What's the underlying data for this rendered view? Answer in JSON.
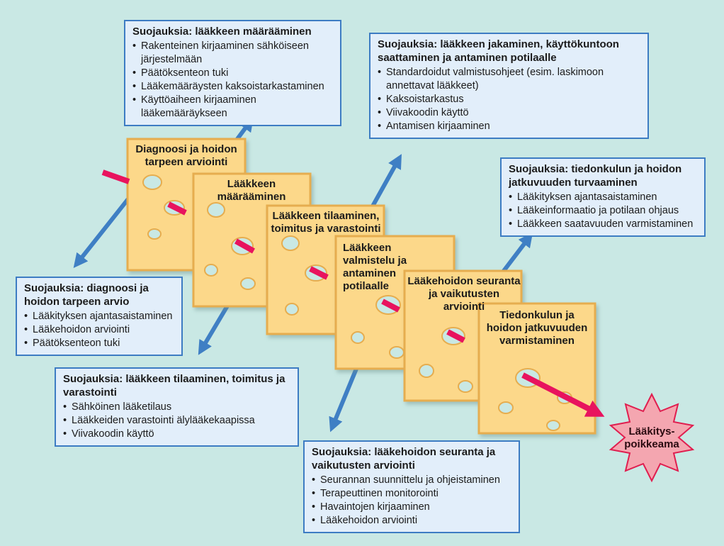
{
  "slices": [
    "Diagnoosi ja hoidon tarpeen arviointi",
    "Lääkkeen määrääminen",
    "Lääkkeen tilaaminen, toimitus ja varastointi",
    "Lääkkeen valmistelu ja antaminen potilaalle",
    "Lääkehoidon seuranta ja vaikutusten arviointi",
    "Tiedonkulun ja hoidon jatkuvuuden varmistaminen"
  ],
  "boxes": {
    "maaraaminen": {
      "title": "Suojauksia: lääkkeen määrääminen",
      "items": [
        "Rakenteinen kirjaaminen sähköiseen järjestelmään",
        "Päätöksenteon tuki",
        "Lääkemääräysten kaksoistarkastaminen",
        "Käyttöaiheen kirjaaminen lääkemääräykseen"
      ]
    },
    "jakaminen": {
      "title": "Suojauksia: lääkkeen jakaminen, käyttökuntoon saattaminen ja antaminen potilaalle",
      "items": [
        "Standardoidut valmistusohjeet (esim. laskimoon annettavat lääkkeet)",
        "Kaksoistarkastus",
        "Viivakoodin käyttö",
        "Antamisen kirjaaminen"
      ]
    },
    "tiedonkulku": {
      "title": "Suojauksia: tiedonkulun ja hoidon jatkuvuuden turvaaminen",
      "items": [
        "Lääkityksen ajantasaistaminen",
        "Lääkeinformaatio ja potilaan ohjaus",
        "Lääkkeen saatavuuden varmistaminen"
      ]
    },
    "diagnoosi": {
      "title": "Suojauksia: diagnoosi ja hoidon tarpeen arvio",
      "items": [
        "Lääkityksen ajantasaistaminen",
        "Lääkehoidon arviointi",
        "Päätöksenteon tuki"
      ]
    },
    "tilaaminen": {
      "title": "Suojauksia: lääkkeen tilaaminen, toimitus ja varastointi",
      "items": [
        "Sähköinen lääketilaus",
        "Lääkkeiden varastointi älylääkekaapissa",
        "Viivakoodin käyttö"
      ]
    },
    "seuranta": {
      "title": "Suojauksia: lääkehoidon seuranta ja vaikutusten arviointi",
      "items": [
        "Seurannan suunnittelu ja ohjeistaminen",
        "Terapeuttinen monitorointi",
        "Havaintojen kirjaaminen",
        "Lääkehoidon arviointi"
      ]
    }
  },
  "outcome": {
    "line1": "Lääkitys-",
    "line2": "poikkeama"
  },
  "colors": {
    "background": "#c9e8e4",
    "cheese_fill": "#fcd88a",
    "cheese_border": "#e6ad4f",
    "box_fill": "#e2eefa",
    "box_border": "#3d7cc3",
    "blue_arrow": "#3f7fc4",
    "error_path": "#e8135e",
    "star_fill": "#f4a6b0",
    "star_border": "#e01e4f"
  }
}
